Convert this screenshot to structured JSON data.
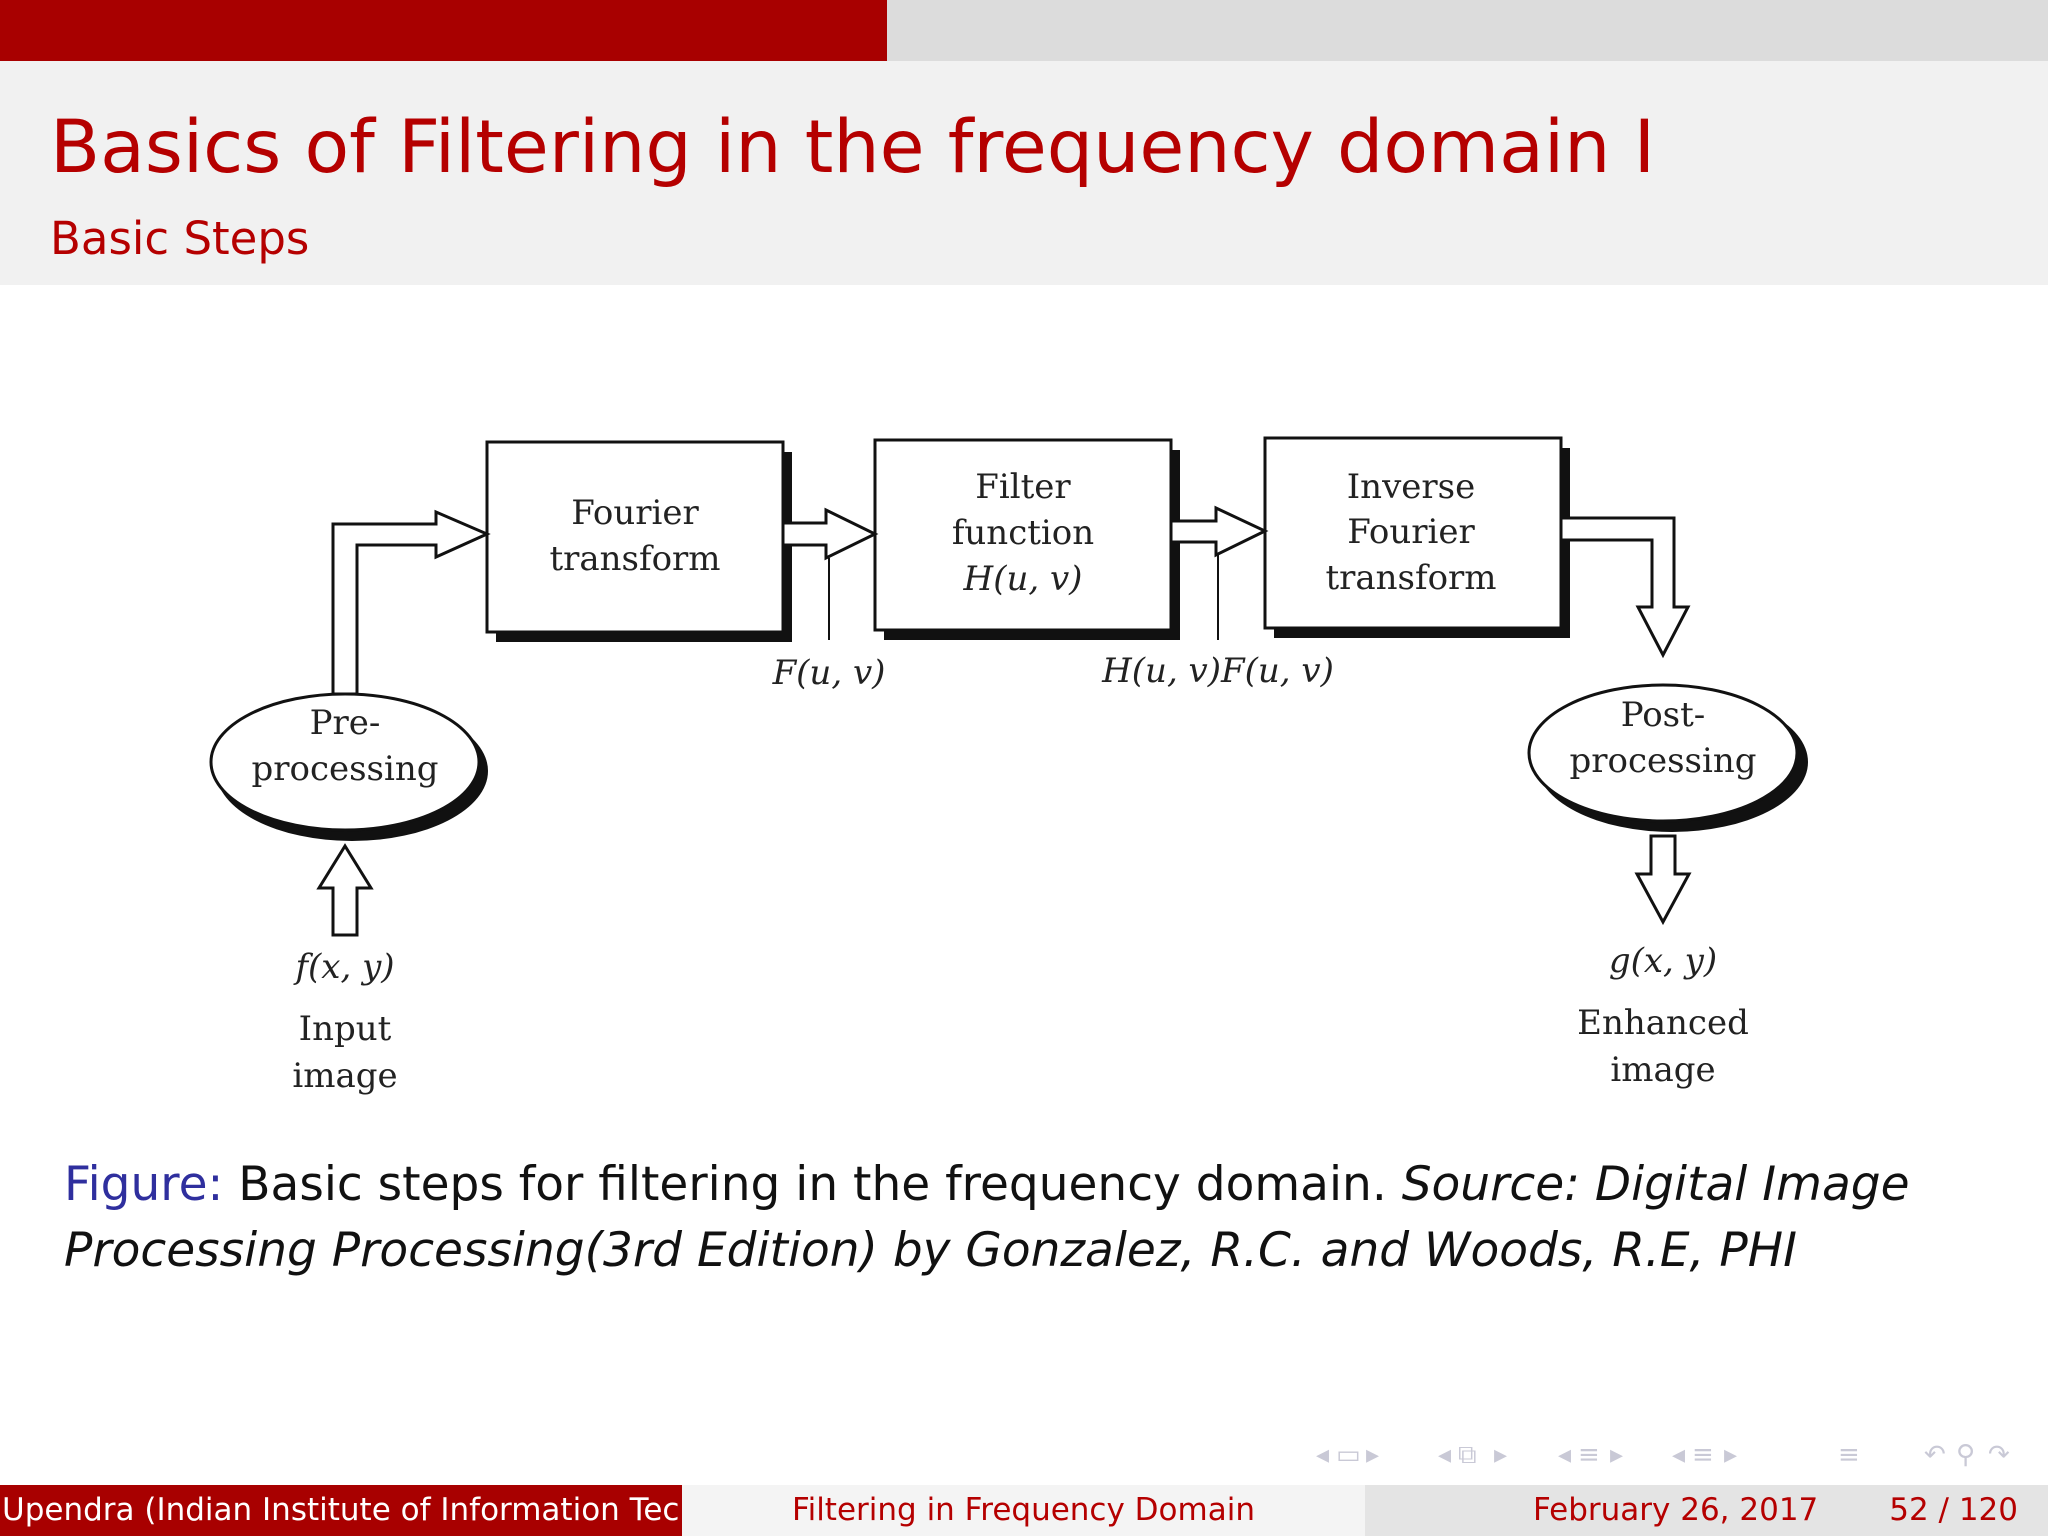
{
  "progress": {
    "fraction": 0.4333,
    "fill_color": "#a80000",
    "track_color": "#dcdcdc"
  },
  "header": {
    "title": "Basics of Filtering in the frequency domain I",
    "subtitle": "Basic Steps"
  },
  "diagram": {
    "boxes": {
      "fourier": [
        "Fourier",
        "transform"
      ],
      "filter": [
        "Filter",
        "function",
        "H(u, v)"
      ],
      "inverse": [
        "Inverse",
        "Fourier",
        "transform"
      ]
    },
    "ellipses": {
      "pre": [
        "Pre-",
        "processing"
      ],
      "post": [
        "Post-",
        "processing"
      ]
    },
    "signals": {
      "fuv": "F(u, v)",
      "hf": "H(u, v)F(u, v)"
    },
    "input": {
      "symbol": "f(x, y)",
      "label": [
        "Input",
        "image"
      ]
    },
    "output": {
      "symbol": "g(x, y)",
      "label": [
        "Enhanced",
        "image"
      ]
    }
  },
  "caption": {
    "prefix": "Figure:",
    "text": " Basic steps for filtering in the frequency domain. ",
    "source": "Source: Digital Image Processing Processing(3rd Edition) by Gonzalez, R.C. and Woods, R.E, PHI"
  },
  "navigation": {
    "icons": [
      "nav-prev-slide-icon",
      "nav-slide-icon",
      "nav-next-slide-icon",
      "nav-prev-frame-icon",
      "nav-frame-icon",
      "nav-next-frame-icon",
      "nav-prev-subsection-icon",
      "nav-subsection-icon",
      "nav-next-subsection-icon",
      "nav-prev-section-icon",
      "nav-section-icon",
      "nav-next-section-icon",
      "nav-align-icon",
      "nav-back-icon",
      "nav-search-icon",
      "nav-forward-icon"
    ]
  },
  "footer": {
    "author": "Upendra (Indian Institute of Information Tech",
    "title": "Filtering in Frequency Domain",
    "date": "February 26, 2017",
    "page": "52 / 120"
  }
}
